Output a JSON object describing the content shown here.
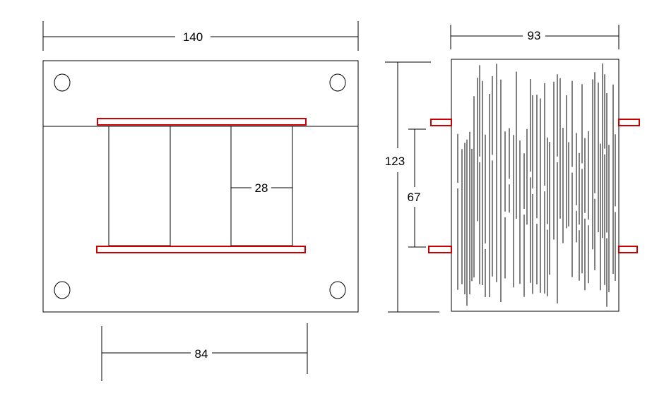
{
  "front_view": {
    "dim_width": "140",
    "dim_window": "28",
    "dim_base": "84"
  },
  "side_view": {
    "dim_width": "93",
    "dim_height": "123",
    "dim_inner": "67"
  },
  "colors": {
    "outline": "#000000",
    "bobbin_plate": "#cc0000",
    "background": "#ffffff"
  }
}
